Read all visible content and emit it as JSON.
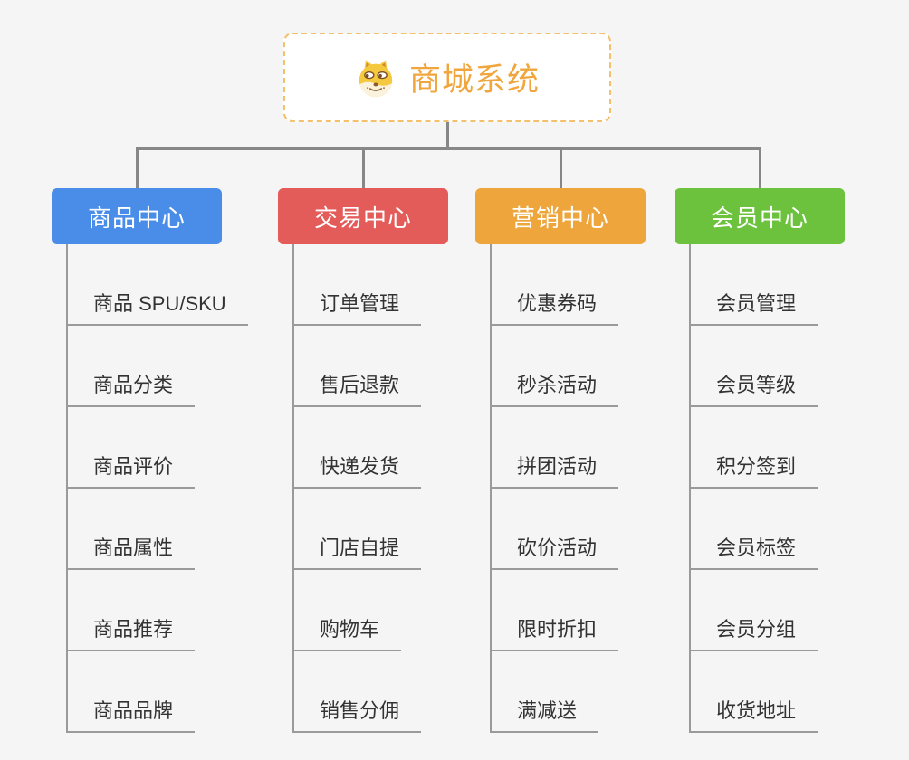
{
  "root": {
    "title": "商城系统",
    "icon": "doge-icon"
  },
  "branches": [
    {
      "label": "商品中心",
      "color": "#4a8de9",
      "children": [
        "商品 SPU/SKU",
        "商品分类",
        "商品评价",
        "商品属性",
        "商品推荐",
        "商品品牌"
      ]
    },
    {
      "label": "交易中心",
      "color": "#e45c5a",
      "children": [
        "订单管理",
        "售后退款",
        "快递发货",
        "门店自提",
        "购物车",
        "销售分佣"
      ]
    },
    {
      "label": "营销中心",
      "color": "#eda53c",
      "children": [
        "优惠券码",
        "秒杀活动",
        "拼团活动",
        "砍价活动",
        "限时折扣",
        "满减送"
      ]
    },
    {
      "label": "会员中心",
      "color": "#6cc23c",
      "children": [
        "会员管理",
        "会员等级",
        "积分签到",
        "会员标签",
        "会员分组",
        "收货地址"
      ]
    }
  ],
  "colors": {
    "background": "#f5f5f5",
    "connector": "#878787",
    "leaf_line": "#9a9a9a",
    "leaf_text": "#333333",
    "root_text": "#f0a63c",
    "root_border": "#f3c06b"
  }
}
